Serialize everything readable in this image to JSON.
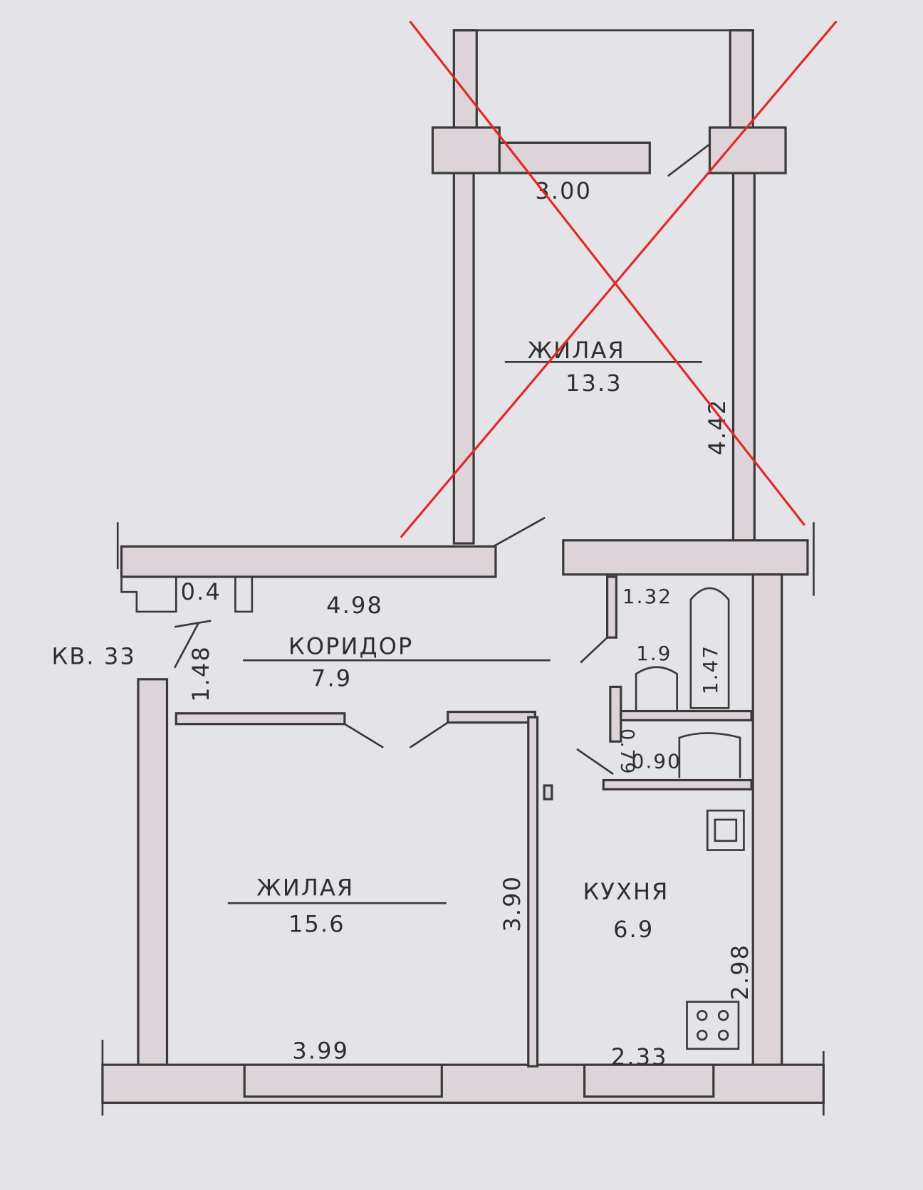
{
  "plan": {
    "apartment_label": "КВ. 33",
    "rooms": {
      "living_top": {
        "name": "ЖИЛАЯ",
        "area": "13.3",
        "width": "3.00",
        "length": "4.42"
      },
      "corridor": {
        "name": "КОРИДОР",
        "area": "7.9",
        "length": "4.98",
        "width": "1.48"
      },
      "closet": {
        "area": "0.4"
      },
      "bathroom": {
        "width": "1.32",
        "area": "1.9",
        "length": "1.47"
      },
      "wc": {
        "width": "0.79",
        "area": "0.90"
      },
      "living_bottom": {
        "name": "ЖИЛАЯ",
        "area": "15.6",
        "width": "3.99",
        "length": "3.90"
      },
      "kitchen": {
        "name": "КУХНЯ",
        "area": "6.9",
        "width": "2.33",
        "length": "2.98"
      }
    },
    "crossout_color": "#e02a2a"
  }
}
